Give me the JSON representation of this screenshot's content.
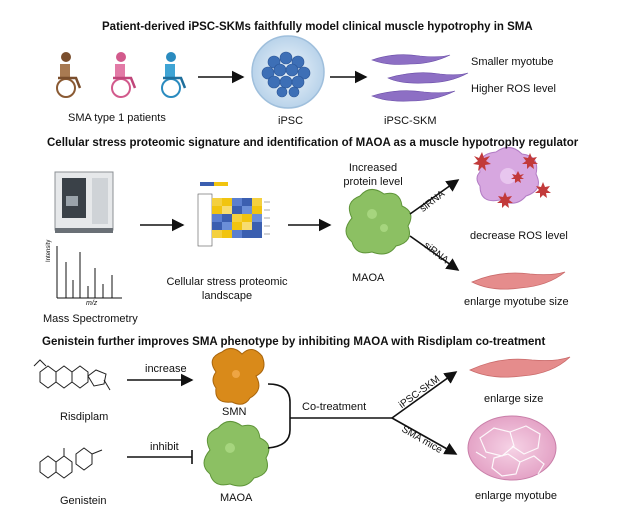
{
  "section1": {
    "title": "Patient-derived iPSC-SKMs faithfully model clinical muscle hypotrophy in SMA",
    "patients_label": "SMA type 1 patients",
    "ipsc_label": "iPSC",
    "skm_label": "iPSC-SKM",
    "phenotype1": "Smaller myotube",
    "phenotype2": "Higher ROS level"
  },
  "section2": {
    "title": "Cellular stress proteomic signature and identification of MAOA as a muscle hypotrophy regulator",
    "ms_label": "Mass Spectrometry",
    "ms_ylabel": "Intensity",
    "ms_xlabel": "m/z",
    "landscape_label_line1": "Cellular stress proteomic",
    "landscape_label_line2": "landscape",
    "increased_line1": "Increased",
    "increased_line2": "protein level",
    "maoa_label": "MAOA",
    "sirna_top": "siRNA",
    "sirna_bottom": "siRNA",
    "outcome1": "decrease ROS level",
    "outcome2": "enlarge myotube size"
  },
  "section3": {
    "title": "Genistein further improves SMA phenotype by inhibiting MAOA with Risdiplam co-treatment",
    "risdiplam_label": "Risdiplam",
    "genistein_label": "Genistein",
    "increase_label": "increase",
    "inhibit_label": "inhibit",
    "smn_label": "SMN",
    "maoa_label": "MAOA",
    "cotreatment_label": "Co-treatment",
    "branch_top": "iPSC-SKM",
    "branch_bottom": "SMA mice",
    "outcome1": "enlarge size",
    "outcome2": "enlarge myotube"
  },
  "colors": {
    "wheelchair_person1": "#7a4e2d",
    "wheelchair_person2": "#d25a8c",
    "wheelchair_person3": "#2a8bbf",
    "ipsc_fill": "#3d6fb6",
    "myotube_purple": "#8d6fc4",
    "maoa_green": "#8cc063",
    "smn_orange": "#d98a1a",
    "myotube_pink": "#e58c8c",
    "ros_cell": "#d7a7e0",
    "ros_spike": "#c23a3a"
  },
  "icons": [
    "wheelchair-patient-icon",
    "ipsc-colony-icon",
    "myotube-icon",
    "mass-spectrometer-icon",
    "heatmap-icon",
    "maoa-protein-icon",
    "smn-protein-icon",
    "ros-cell-icon",
    "muscle-tissue-icon",
    "risdiplam-structure-icon",
    "genistein-structure-icon"
  ]
}
